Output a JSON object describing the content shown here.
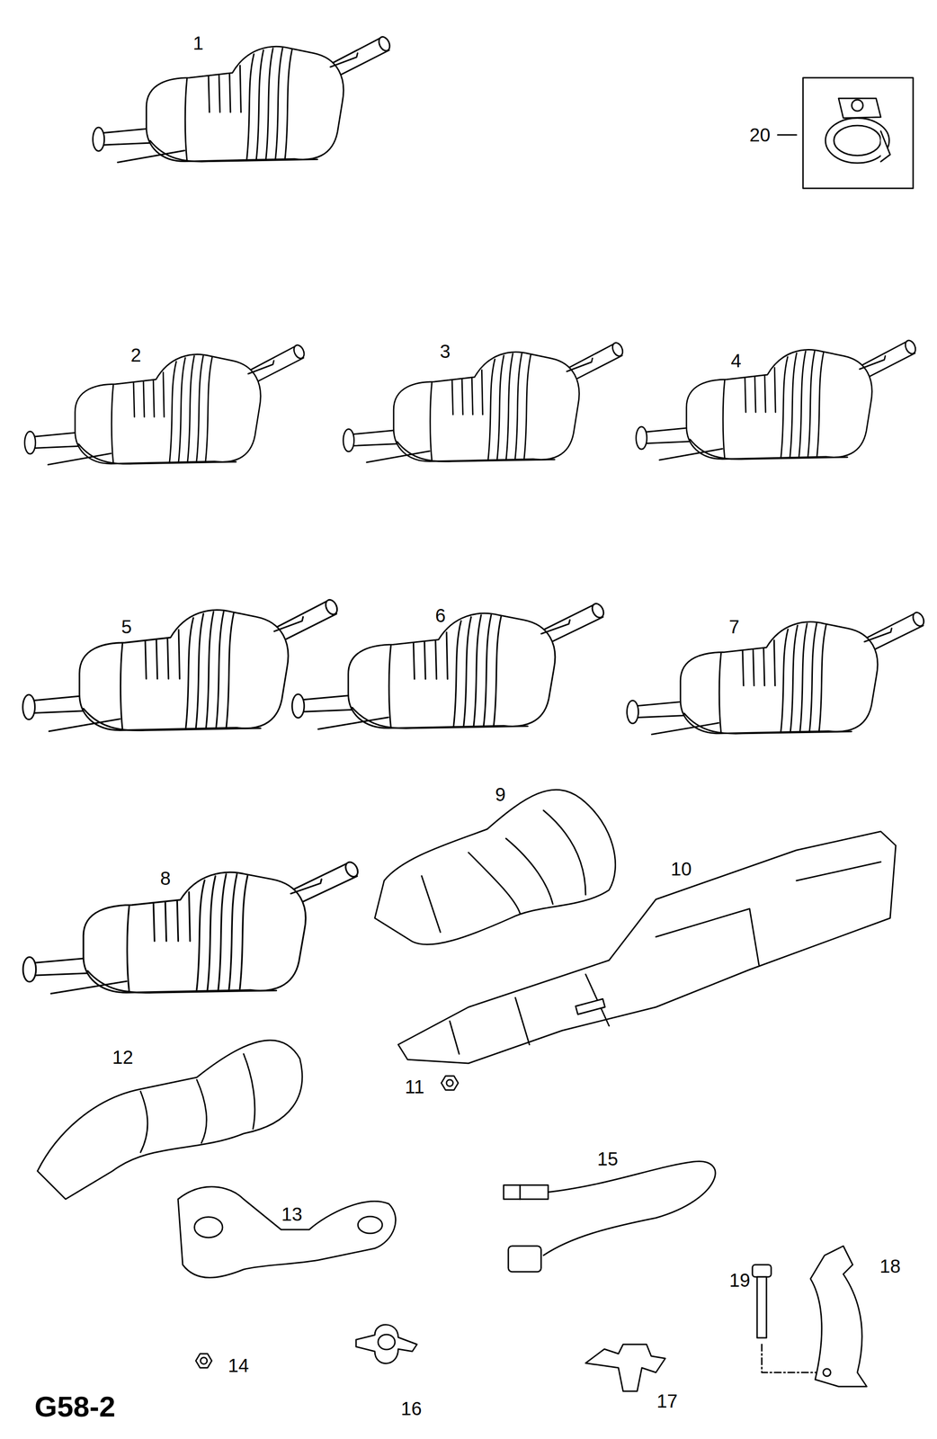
{
  "diagram": {
    "labels": [
      "1",
      "20",
      "2",
      "3",
      "4",
      "5",
      "6",
      "7",
      "8",
      "9",
      "10",
      "12",
      "11",
      "13",
      "15",
      "14",
      "16",
      "17",
      "19",
      "18",
      "G58-2"
    ]
  }
}
